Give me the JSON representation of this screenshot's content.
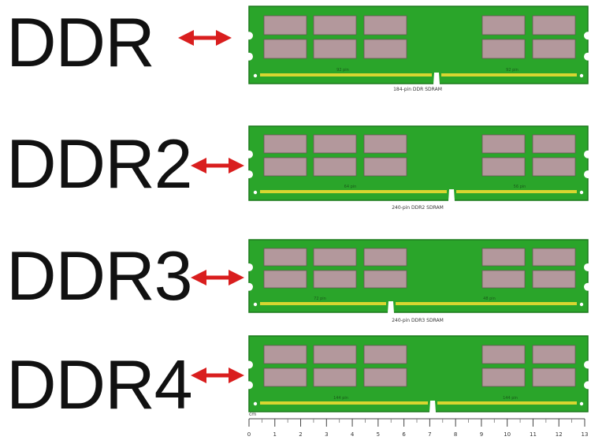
{
  "modules": [
    {
      "label": "DDR",
      "caption": "184-pin DDR SDRAM",
      "left_text": "92 pin",
      "right_text": "92 pin"
    },
    {
      "label": "DDR2",
      "caption": "240-pin DDR2 SDRAM",
      "left_text": "64 pin",
      "right_text": "56 pin"
    },
    {
      "label": "DDR3",
      "caption": "240-pin DDR3 SDRAM",
      "left_text": "72 pin",
      "right_text": "48 pin"
    },
    {
      "label": "DDR4",
      "caption": "",
      "left_text": "144 pin",
      "right_text": "144 pin"
    }
  ],
  "ruler": {
    "unit": "cm",
    "ticks": [
      "0",
      "1",
      "2",
      "3",
      "4",
      "5",
      "6",
      "7",
      "8",
      "9",
      "10",
      "11",
      "12",
      "13"
    ]
  },
  "colors": {
    "pcb": "#2aa52a",
    "pcb_border": "#1c7a1c",
    "chip": "#b3989c",
    "chip_border": "#6d5659",
    "pins": "#d8d630",
    "arrow": "#d91e1e"
  },
  "icons": {
    "arrow": "double-headed-arrow-icon"
  }
}
